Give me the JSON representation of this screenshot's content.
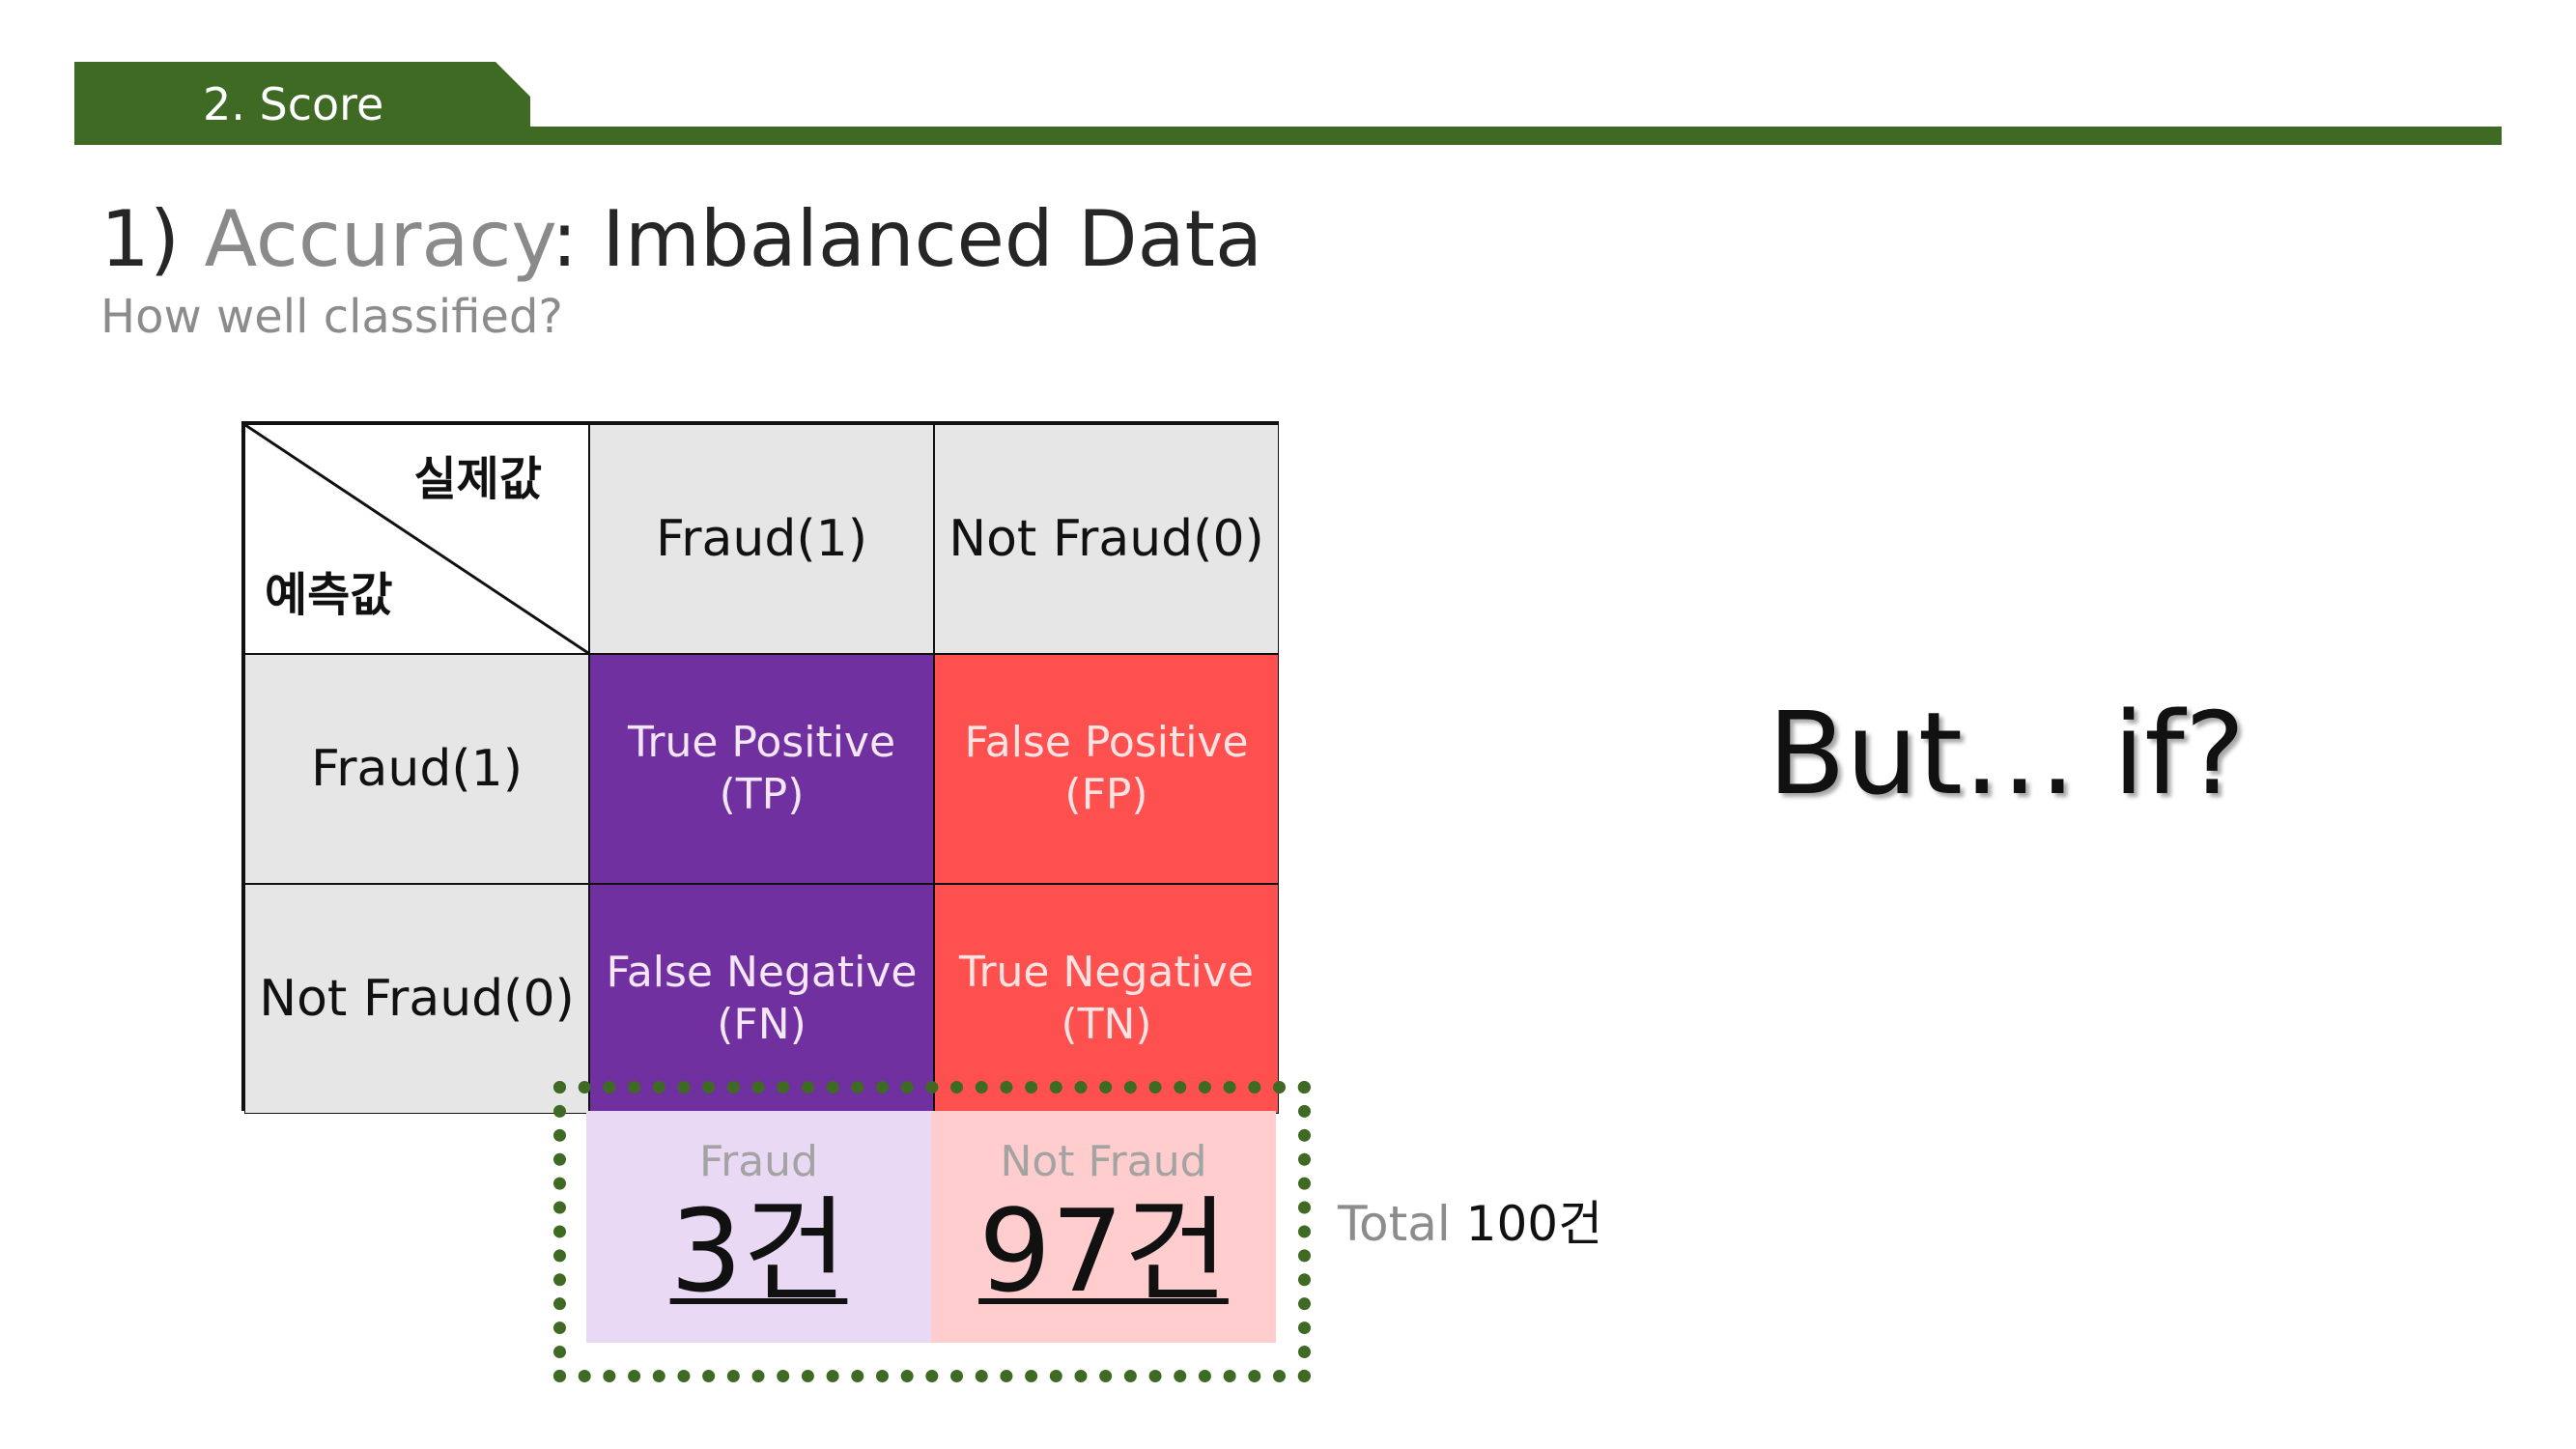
{
  "section": {
    "label": "2. Score"
  },
  "title": {
    "number": "1) ",
    "accent": "Accuracy",
    "rest": ": Imbalanced Data",
    "subtitle": "How well classified?"
  },
  "matrix": {
    "corner_actual": "실제값",
    "corner_predicted": "예측값",
    "col_headers": [
      "Fraud(1)",
      "Not Fraud(0)"
    ],
    "row_headers": [
      "Fraud(1)",
      "Not Fraud(0)"
    ],
    "cells": {
      "tp": {
        "line1": "True Positive",
        "line2": "(TP)"
      },
      "fp": {
        "line1": "False Positive",
        "line2": "(FP)"
      },
      "fn": {
        "line1": "False Negative",
        "line2": "(FN)"
      },
      "tn": {
        "line1": "True Negative",
        "line2": "(TN)"
      }
    },
    "colors": {
      "header_gray": "#e6e6e6",
      "purple": "#7030a0",
      "red": "#ff5050"
    }
  },
  "counts": {
    "fraud_label": "Fraud",
    "fraud_value": "3건",
    "notfraud_label": "Not Fraud",
    "notfraud_value": "97건",
    "total_label": "Total",
    "total_value": "100건"
  },
  "callout": {
    "text": "But… if?"
  },
  "colors": {
    "brand_green": "#3f6a23"
  }
}
